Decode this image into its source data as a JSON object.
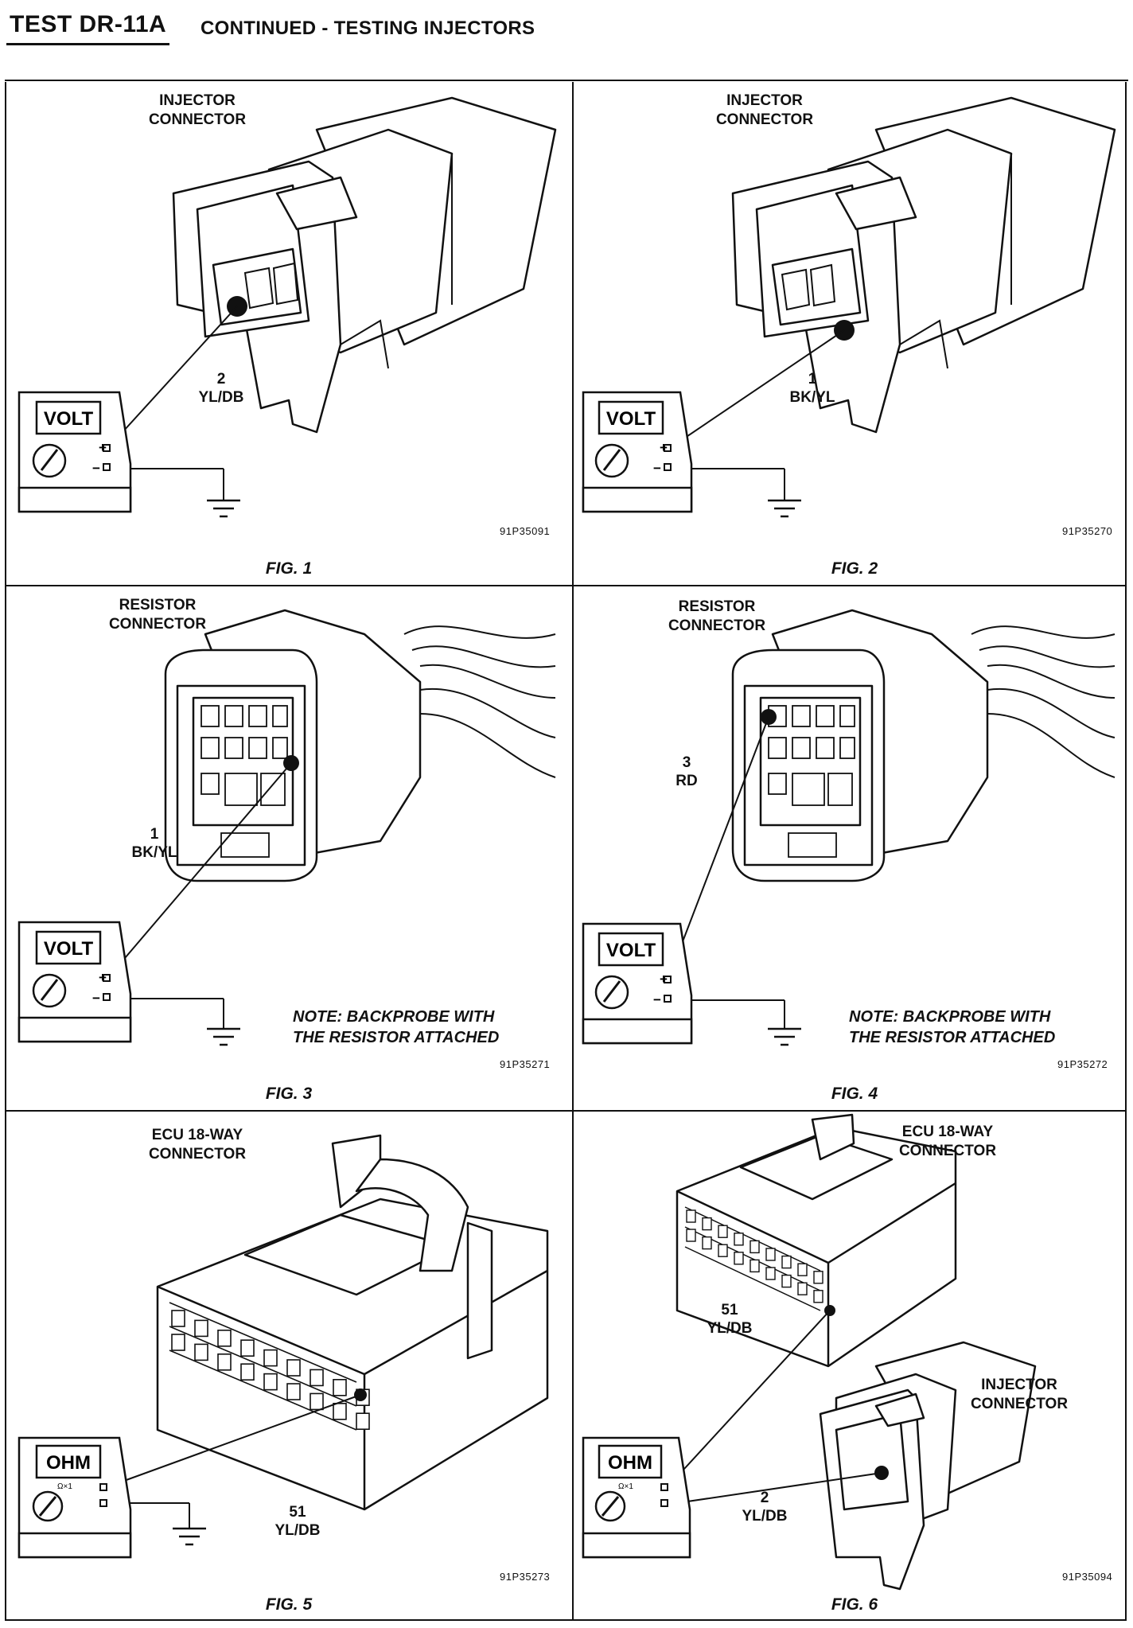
{
  "header": {
    "test_id": "TEST DR-11A",
    "title": "CONTINUED - TESTING INJECTORS"
  },
  "figures": [
    {
      "label": "INJECTOR\nCONNECTOR",
      "meter": "VOLT",
      "pin": "2\nYL/DB",
      "code": "91P35091",
      "fig": "FIG. 1",
      "note": ""
    },
    {
      "label": "INJECTOR\nCONNECTOR",
      "meter": "VOLT",
      "pin": "1\nBK/YL",
      "code": "91P35270",
      "fig": "FIG. 2",
      "note": ""
    },
    {
      "label": "RESISTOR\nCONNECTOR",
      "meter": "VOLT",
      "pin": "1\nBK/YL",
      "code": "91P35271",
      "fig": "FIG. 3",
      "note": "NOTE: BACKPROBE WITH\nTHE RESISTOR ATTACHED"
    },
    {
      "label": "RESISTOR\nCONNECTOR",
      "meter": "VOLT",
      "pin": "3\nRD",
      "code": "91P35272",
      "fig": "FIG. 4",
      "note": "NOTE: BACKPROBE WITH\nTHE RESISTOR ATTACHED"
    },
    {
      "label": "ECU 18-WAY\nCONNECTOR",
      "meter": "OHM",
      "pin": "51\nYL/DB",
      "code": "91P35273",
      "fig": "FIG. 5",
      "note": ""
    },
    {
      "label": "ECU 18-WAY\nCONNECTOR",
      "meter": "OHM",
      "pin": "51\nYL/DB",
      "label2": "INJECTOR\nCONNECTOR",
      "pin2": "2\nYL/DB",
      "code": "91P35094",
      "fig": "FIG. 6",
      "note": ""
    }
  ],
  "meter_symbols": {
    "plus": "+",
    "minus": "−",
    "ohm_range": "Ω×1"
  }
}
